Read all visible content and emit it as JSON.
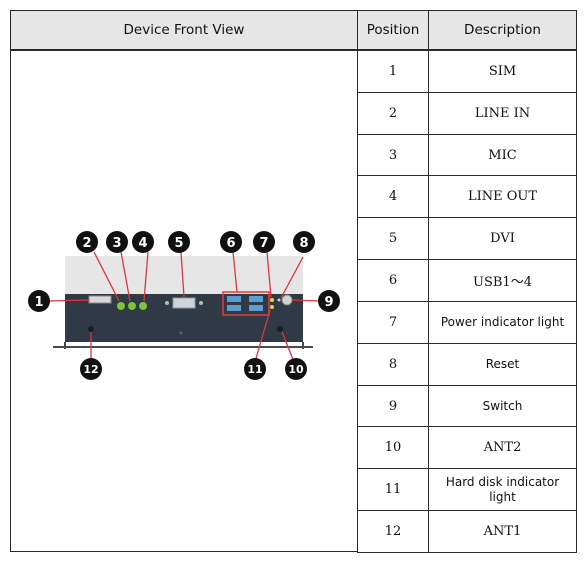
{
  "header": {
    "front_view": "Device Front View",
    "position": "Position",
    "description": "Description"
  },
  "rows": [
    {
      "position": "1",
      "description": "SIM",
      "font": "serif"
    },
    {
      "position": "2",
      "description": "LINE IN",
      "font": "serif"
    },
    {
      "position": "3",
      "description": "MIC",
      "font": "serif"
    },
    {
      "position": "4",
      "description": "LINE OUT",
      "font": "serif"
    },
    {
      "position": "5",
      "description": "DVI",
      "font": "serif"
    },
    {
      "position": "6",
      "description": "USB1～4",
      "font": "serif"
    },
    {
      "position": "7",
      "description": "Power indicator light",
      "font": "sans"
    },
    {
      "position": "8",
      "description": "Reset",
      "font": "sans"
    },
    {
      "position": "9",
      "description": "Switch",
      "font": "sans"
    },
    {
      "position": "10",
      "description": "ANT2",
      "font": "serif"
    },
    {
      "position": "11",
      "description": "Hard disk indicator light",
      "font": "sans"
    },
    {
      "position": "12",
      "description": "ANT1",
      "font": "serif"
    }
  ],
  "diagram": {
    "callouts": [
      "1",
      "2",
      "3",
      "4",
      "5",
      "6",
      "7",
      "8",
      "9",
      "10",
      "11",
      "12"
    ],
    "colors": {
      "chassis_top": "#e6e6e6",
      "chassis_body": "#2f3a46",
      "port_green": "#7cc43a",
      "usb_blue": "#5a9ed0",
      "callout": "#111111"
    }
  }
}
